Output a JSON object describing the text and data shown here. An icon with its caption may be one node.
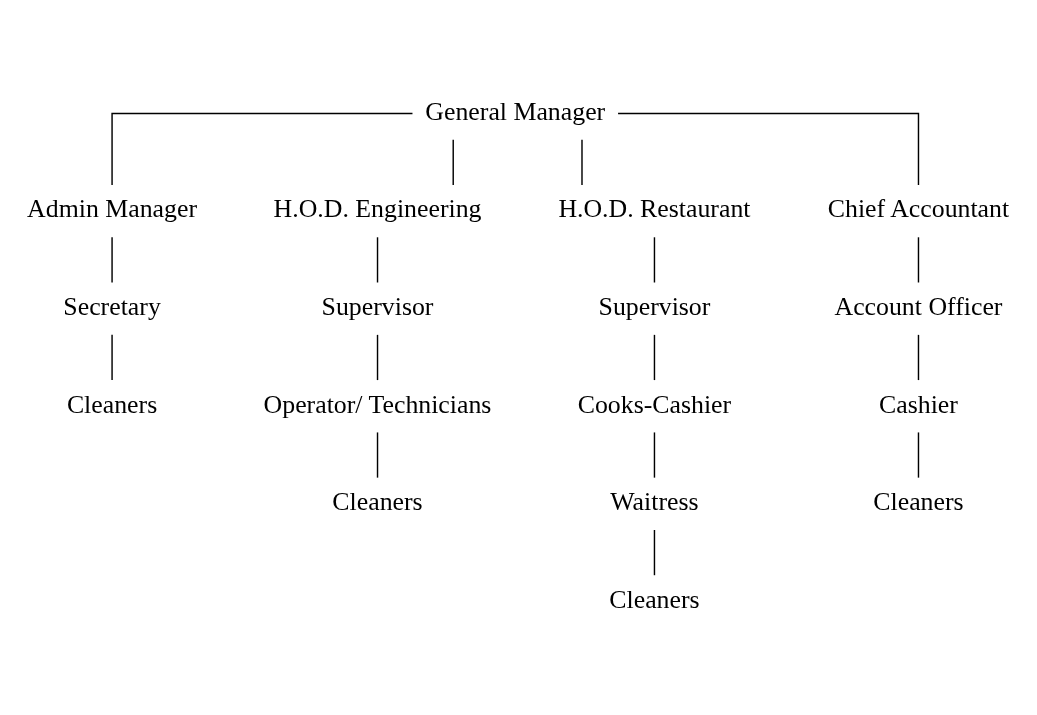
{
  "diagram": {
    "nodes": [
      {
        "text": [
          "General Manager"
        ]
      },
      {
        "text": [
          "Admin Manager"
        ]
      },
      {
        "text": [
          "H.O.D. Engineering"
        ]
      },
      {
        "text": [
          "H.O.D. Restaurant"
        ]
      },
      {
        "text": [
          "Chief Accountant"
        ]
      },
      {
        "text": [
          "Secretary"
        ]
      },
      {
        "text": [
          "Cleaners"
        ]
      },
      {
        "text": [
          "Supervisor"
        ]
      },
      {
        "text": [
          "Operator/ Technicians"
        ]
      },
      {
        "text": [
          "Cleaners"
        ]
      },
      {
        "text": [
          "Supervisor"
        ]
      },
      {
        "text": [
          "Cooks-Cashier"
        ]
      },
      {
        "text": [
          "Waitress"
        ]
      },
      {
        "text": [
          "Cleaners"
        ]
      },
      {
        "text": [
          "Account Officer"
        ]
      },
      {
        "text": [
          "Cashier"
        ]
      },
      {
        "text": [
          "Cleaners"
        ]
      }
    ],
    "edges": [
      {
        "from": 0,
        "to": 1,
        "arrow": "none"
      },
      {
        "from": 0,
        "to": 2,
        "arrow": "none"
      },
      {
        "from": 0,
        "to": 3,
        "arrow": "none"
      },
      {
        "from": 0,
        "to": 4,
        "arrow": "none"
      },
      {
        "from": 1,
        "to": 5,
        "arrow": "none"
      },
      {
        "from": 5,
        "to": 6,
        "arrow": "none"
      },
      {
        "from": 2,
        "to": 7,
        "arrow": "none"
      },
      {
        "from": 7,
        "to": 8,
        "arrow": "none"
      },
      {
        "from": 8,
        "to": 9,
        "arrow": "none"
      },
      {
        "from": 3,
        "to": 10,
        "arrow": "none"
      },
      {
        "from": 10,
        "to": 11,
        "arrow": "none"
      },
      {
        "from": 11,
        "to": 12,
        "arrow": "none"
      },
      {
        "from": 12,
        "to": 13,
        "arrow": "none"
      },
      {
        "from": 4,
        "to": 14,
        "arrow": "none"
      },
      {
        "from": 14,
        "to": 15,
        "arrow": "none"
      },
      {
        "from": 15,
        "to": 16,
        "arrow": "none"
      }
    ]
  }
}
